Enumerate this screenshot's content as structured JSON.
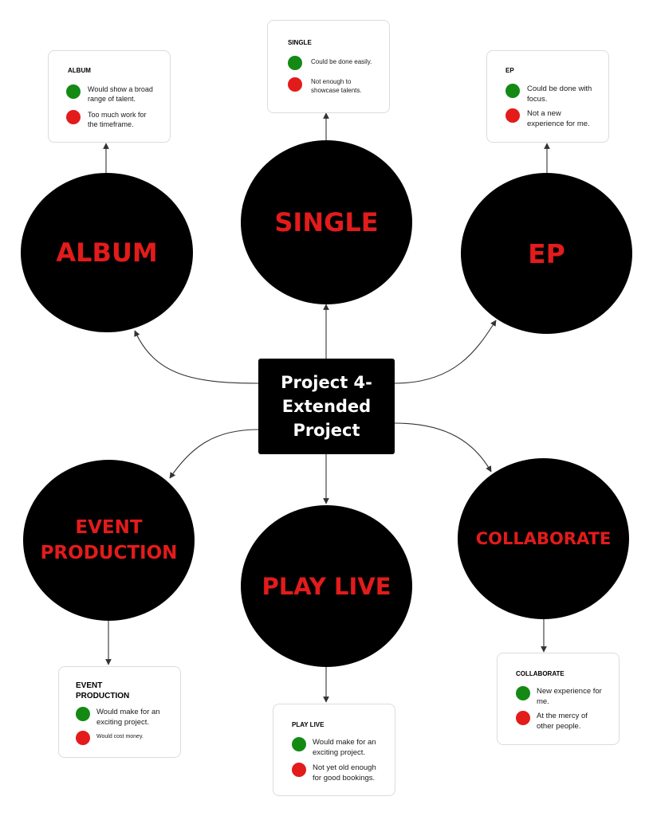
{
  "colors": {
    "node_fill": "#000000",
    "node_text": "#e31b1b",
    "center_text": "#ffffff",
    "pro_dot": "#148a14",
    "con_dot": "#e31b1b",
    "connector": "#333333"
  },
  "center": {
    "label": "Project 4-\nExtended\nProject"
  },
  "nodes": {
    "album": {
      "label": "ALBUM"
    },
    "single": {
      "label": "SINGLE"
    },
    "ep": {
      "label": "EP"
    },
    "event_production": {
      "label": "EVENT\nPRODUCTION"
    },
    "play_live": {
      "label": "PLAY LIVE"
    },
    "collaborate": {
      "label": "COLLABORATE"
    }
  },
  "cards": {
    "album": {
      "title": "ALBUM",
      "pro": "Would show a broad\nrange of talent.",
      "con": "Too much work for\nthe timeframe."
    },
    "single": {
      "title": "SINGLE",
      "pro": "Could be done easily.",
      "con": "Not enough to\nshowcase talents."
    },
    "ep": {
      "title": "EP",
      "pro": "Could be done with\nfocus.",
      "con": "Not a new\nexperience for me."
    },
    "event_production": {
      "title": "EVENT\nPRODUCTION",
      "pro": "Would make for an\nexciting project.",
      "con": "Would cost money."
    },
    "play_live": {
      "title": "PLAY LIVE",
      "pro": "Would make for an\nexciting project.",
      "con": "Not yet old enough\nfor good bookings."
    },
    "collaborate": {
      "title": "COLLABORATE",
      "pro": "New experience for\nme.",
      "con": "At the mercy of\nother people."
    }
  }
}
